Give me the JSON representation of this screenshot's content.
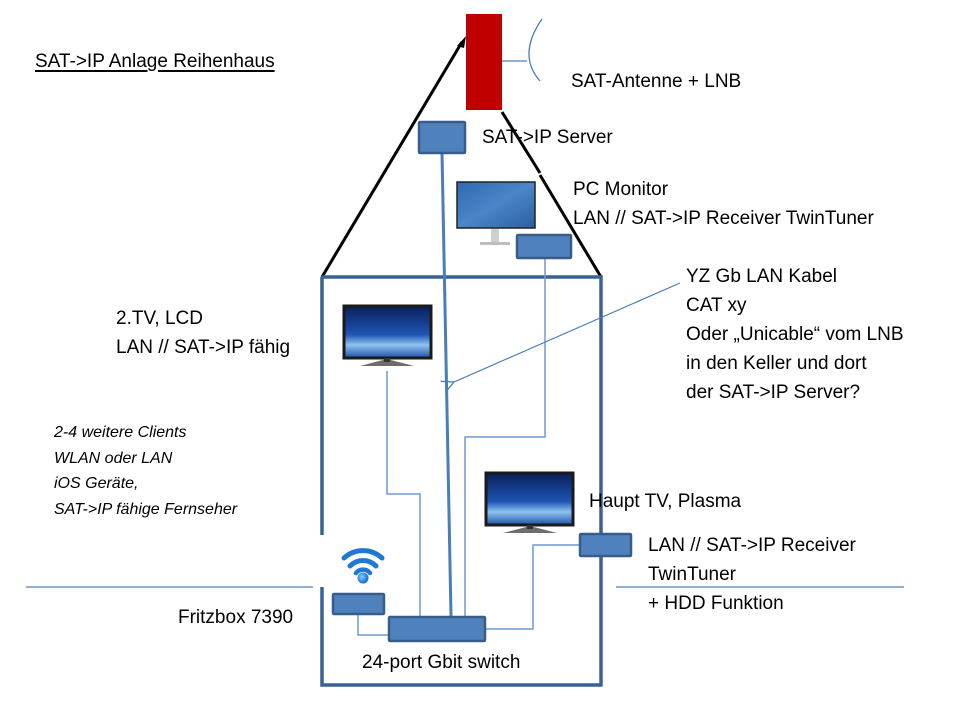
{
  "title": "SAT->IP Anlage Reihenhaus",
  "colors": {
    "device_fill": "#4f81bd",
    "device_border": "#385d8a",
    "cable_thick": "#4a7ebb",
    "cable_thin": "#6f9bd0",
    "house_wall": "#3a6196",
    "roof": "#000000",
    "antenna": "#c00000",
    "ground": "#4a7ebb"
  },
  "labels": {
    "antenna": "SAT-Antenne + LNB",
    "server": "SAT->IP Server",
    "pc_monitor": [
      "PC Monitor",
      "LAN // SAT->IP Receiver TwinTuner"
    ],
    "cable_note": [
      "YZ Gb LAN  Kabel",
      "CAT xy",
      "Oder „Unicable“ vom LNB",
      "in den Keller und dort",
      "der SAT->IP Server?"
    ],
    "tv2": [
      "2.TV, LCD",
      "LAN // SAT->IP fähig"
    ],
    "clients": [
      "2-4 weitere Clients",
      "WLAN oder LAN",
      "iOS Geräte,",
      "SAT->IP  fähige Fernseher"
    ],
    "main_tv": "Haupt TV, Plasma",
    "main_receiver": [
      "LAN // SAT->IP Receiver",
      "TwinTuner",
      "+ HDD Funktion"
    ],
    "fritzbox": "Fritzbox 7390",
    "switch": "24-port Gbit switch"
  },
  "icons": {
    "antenna": "red-lnb-block",
    "dish": "parabolic-arc",
    "monitor": "pc-monitor",
    "tv": "flat-screen-tv",
    "wifi": "wifi-signal"
  }
}
